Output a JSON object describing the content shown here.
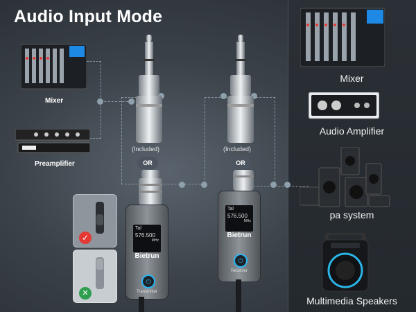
{
  "title": "Audio Input Mode",
  "left_devices": {
    "mixer": "Mixer",
    "preamplifier": "Preamplifier"
  },
  "adapters": {
    "left_included": "(Included)",
    "right_included": "(Included)",
    "or_left": "OR",
    "or_right": "OR"
  },
  "transmitter": {
    "brand": "Bietrun",
    "frequency": "576.500",
    "unit": "MHz",
    "caption": "Transmitter"
  },
  "receiver": {
    "brand": "Bietrun",
    "frequency": "576.500",
    "unit": "MHz",
    "caption": "Receiver"
  },
  "right_devices": {
    "mixer": "Mixer",
    "audio_amplifier": "Audio Amplifier",
    "pa_system": "pa system",
    "speakers": "Multimedia Speakers"
  },
  "switch_states": {
    "correct_color": "#e53935",
    "incorrect_color": "#2e9e4f"
  }
}
